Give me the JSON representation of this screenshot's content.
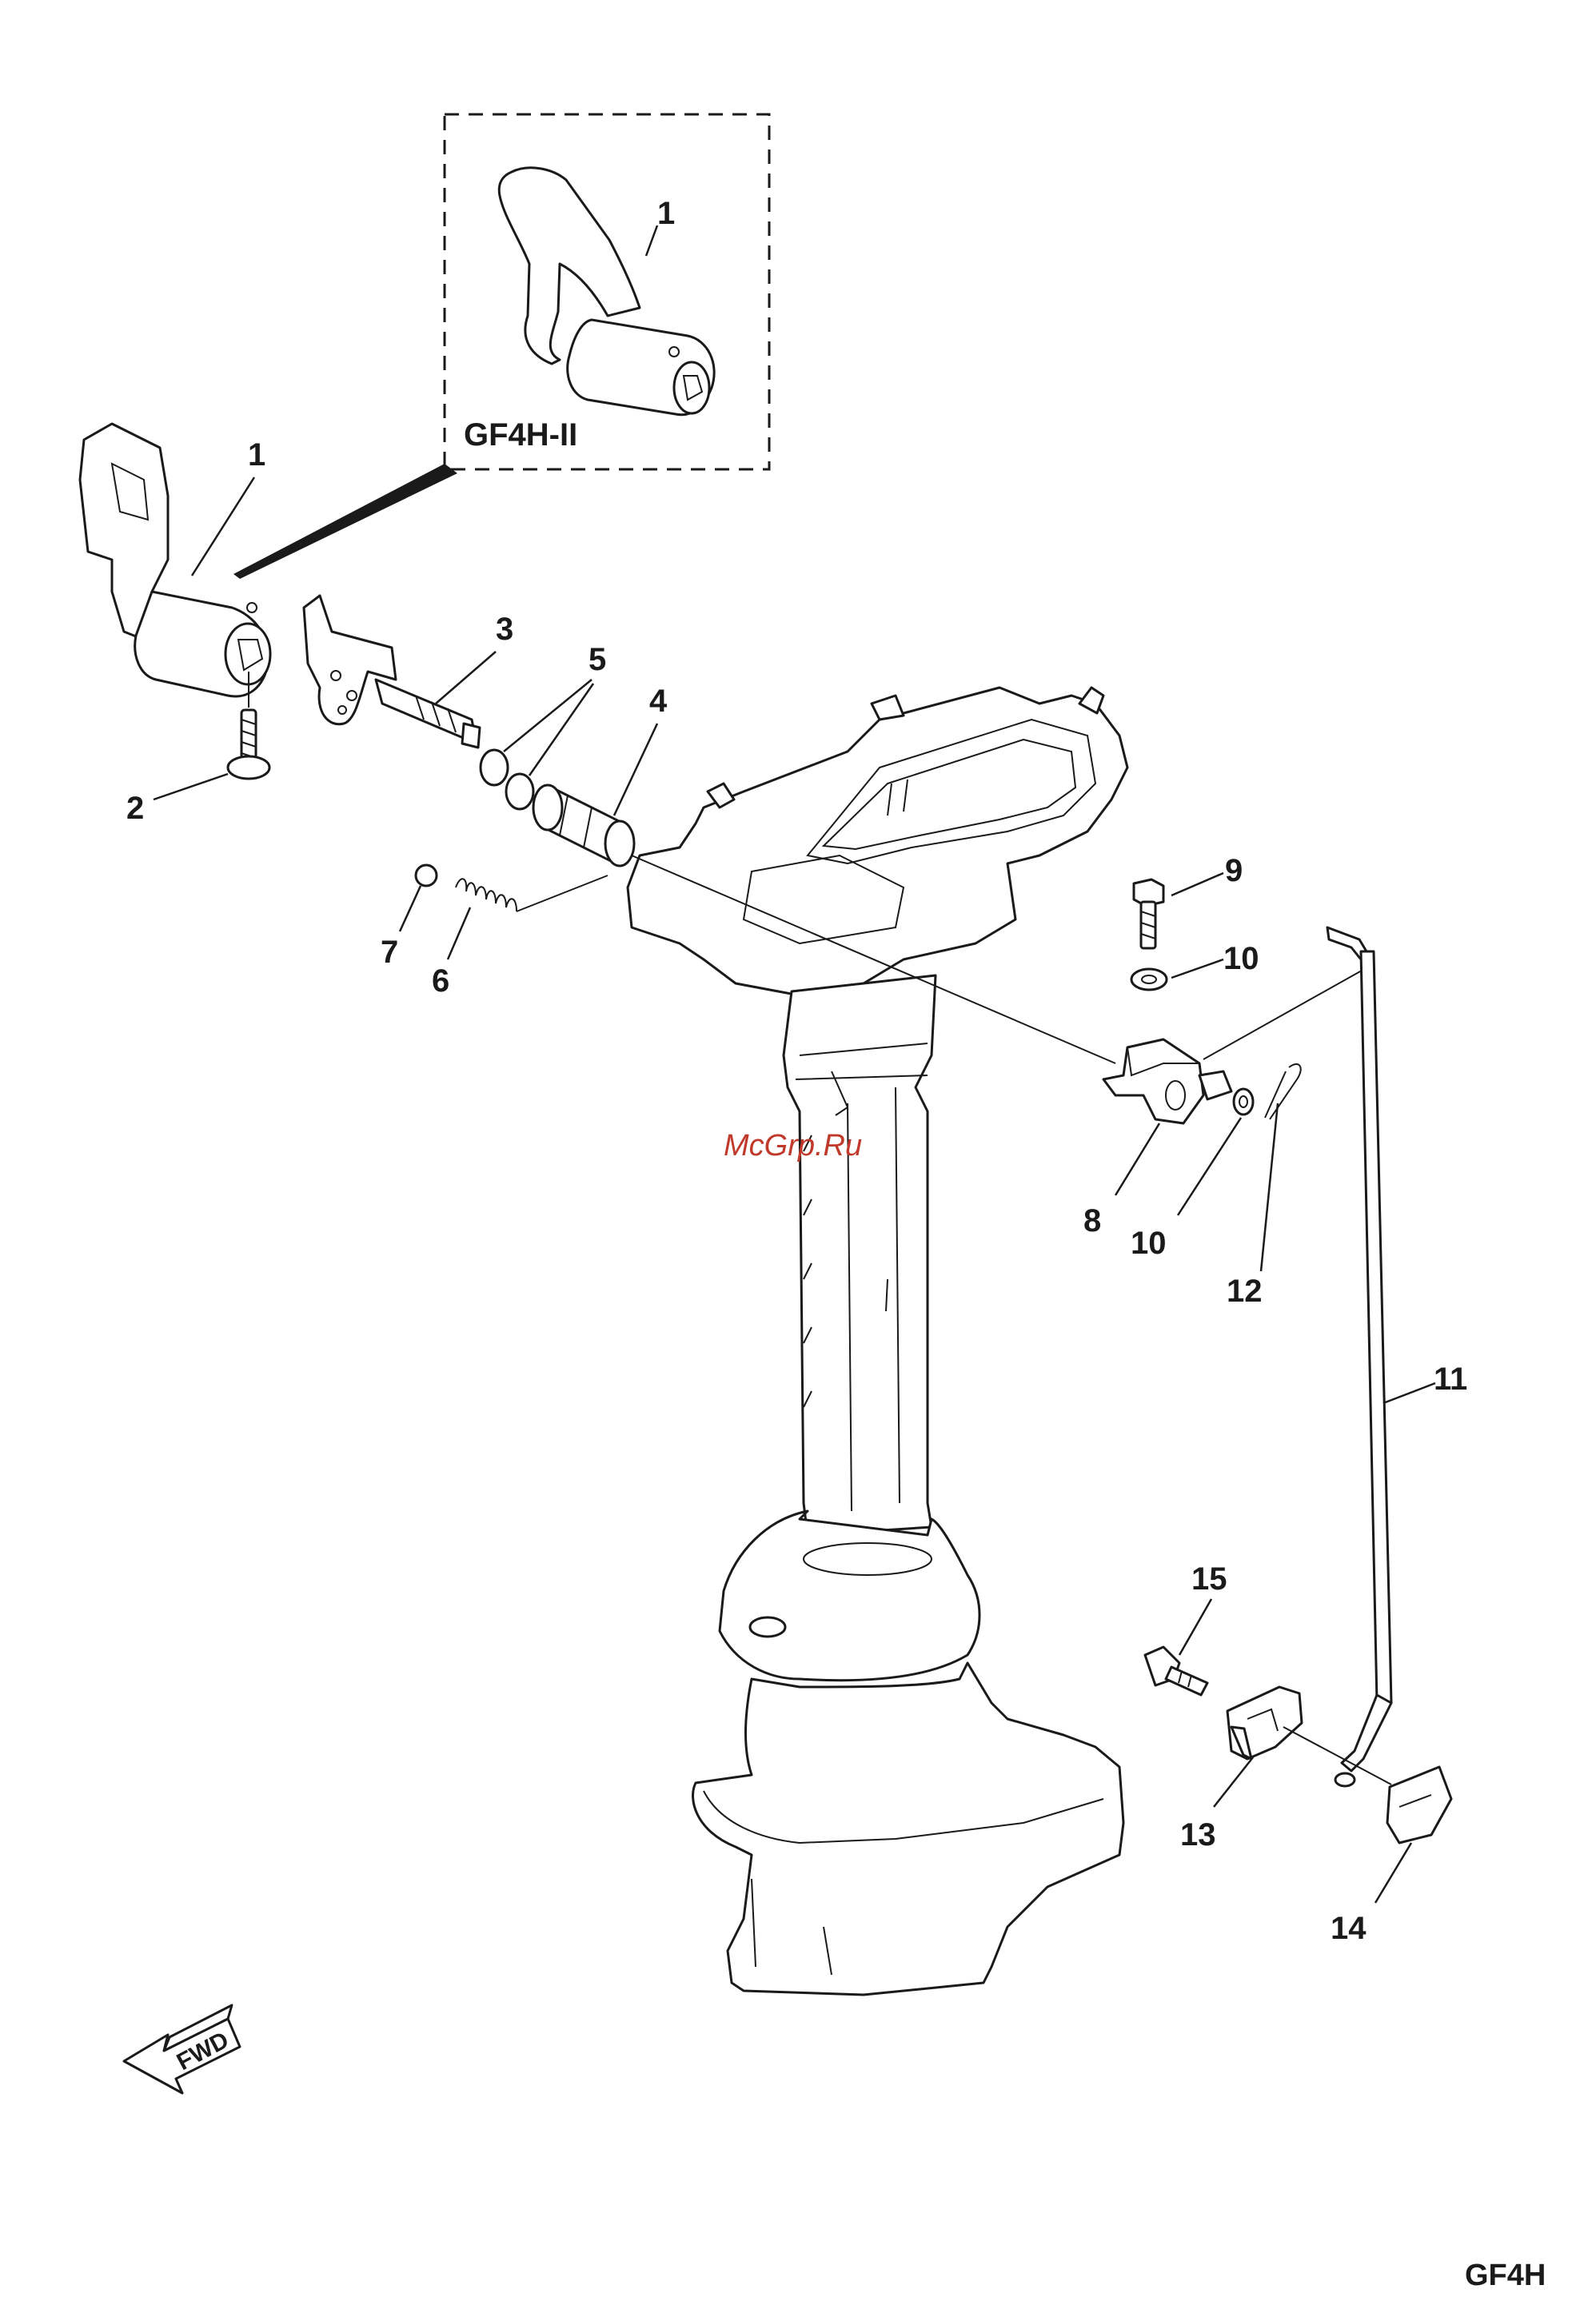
{
  "inset": {
    "label": "GF4H-II"
  },
  "callouts": {
    "c1_inset": "1",
    "c1": "1",
    "c2": "2",
    "c3": "3",
    "c4": "4",
    "c5": "5",
    "c6": "6",
    "c7": "7",
    "c8": "8",
    "c9": "9",
    "c10a": "10",
    "c10b": "10",
    "c11": "11",
    "c12": "12",
    "c13": "13",
    "c14": "14",
    "c15": "15"
  },
  "fwd_label": "FWD",
  "watermark": "McGrp.Ru",
  "model_code": "GF4H"
}
